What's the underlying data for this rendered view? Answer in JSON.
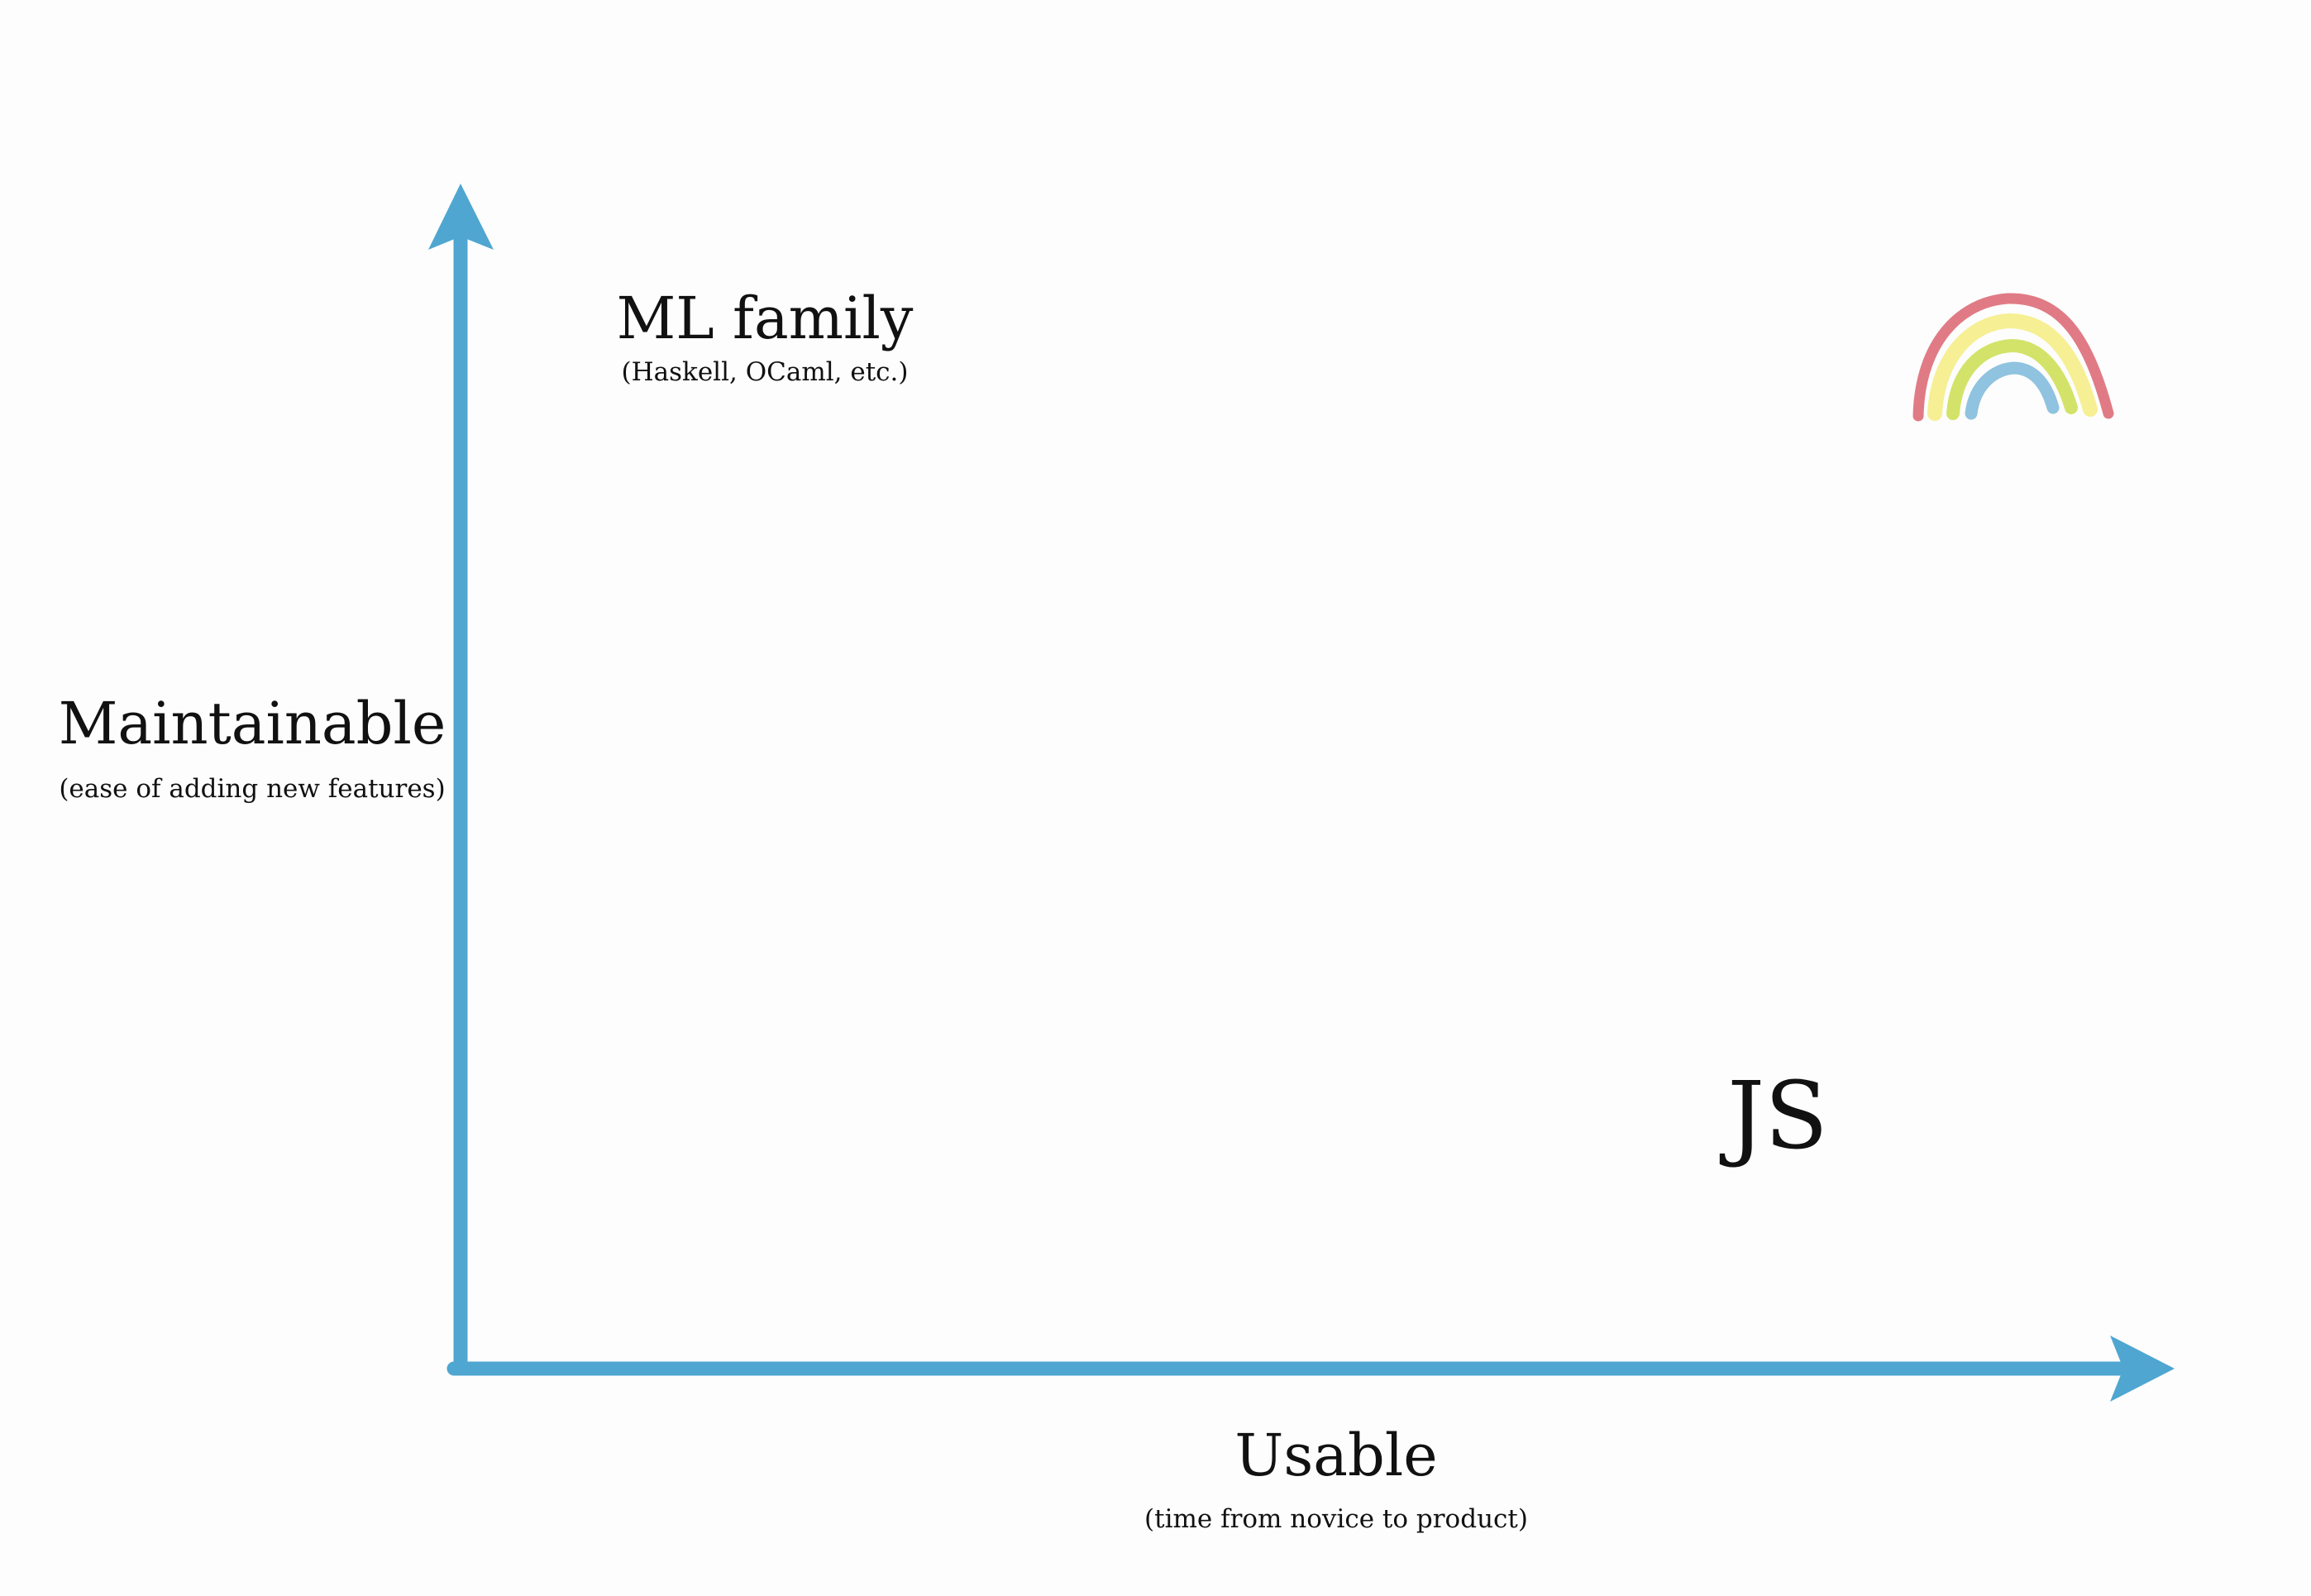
{
  "colors": {
    "axis": "#4fa6d0",
    "text": "#111111",
    "background": "#fdfdfd",
    "rainbow": [
      "#e07b85",
      "#f6ef94",
      "#d3e36a",
      "#8fc3df"
    ]
  },
  "y_axis": {
    "title": "Maintainable",
    "subtitle": "(ease of adding new features)"
  },
  "x_axis": {
    "title": "Usable",
    "subtitle": "(time from novice to product)"
  },
  "items": [
    {
      "label": "ML family",
      "sublabel": "(Haskell, OCaml, etc.)"
    },
    {
      "label": "JS"
    }
  ],
  "decoration": {
    "icon": "rainbow-icon"
  }
}
